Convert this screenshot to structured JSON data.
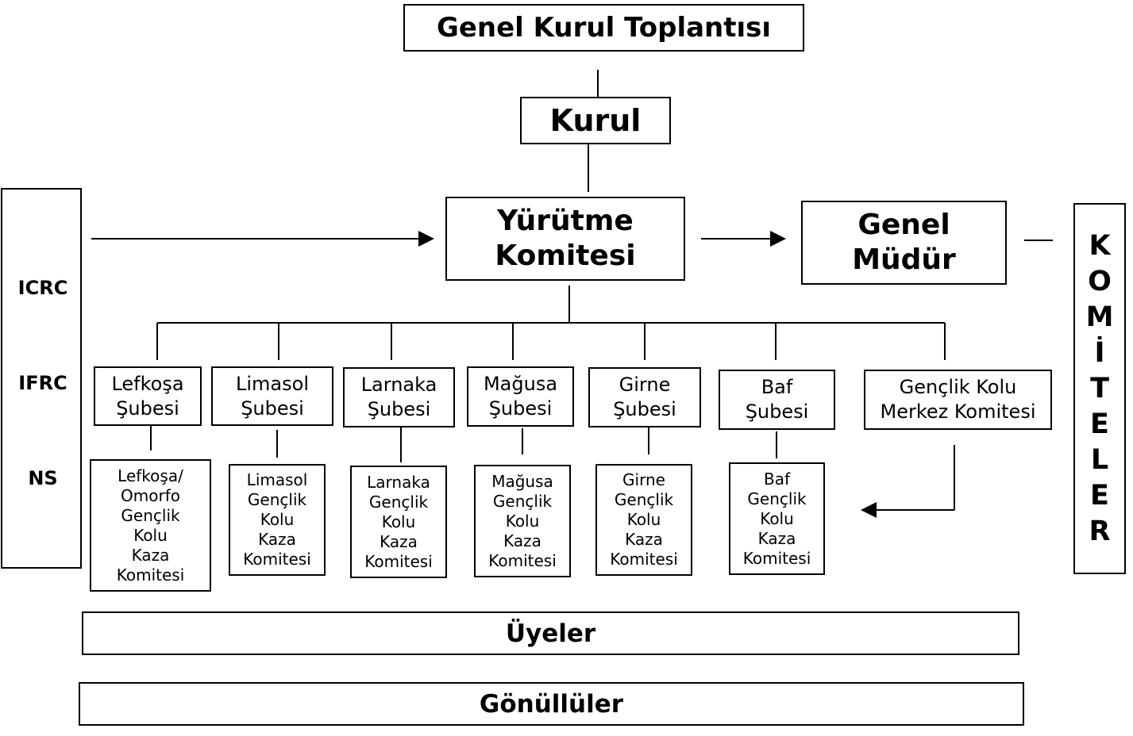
{
  "top_title": "Genel Kurul Toplantısı",
  "kurul": "Kurul",
  "executive": [
    "Yürütme",
    "Komitesi"
  ],
  "director": [
    "Genel",
    "Müdür"
  ],
  "left_orgs": [
    "ICRC",
    "IFRC",
    "NS"
  ],
  "committees_vertical": [
    "K",
    "O",
    "M",
    "İ",
    "T",
    "E",
    "L",
    "E",
    "R"
  ],
  "branches": [
    [
      "Lefkoşa",
      "Şubesi"
    ],
    [
      "Limasol",
      "Şubesi"
    ],
    [
      "Larnaka",
      "Şubesi"
    ],
    [
      "Mağusa",
      "Şubesi"
    ],
    [
      "Girne",
      "Şubesi"
    ],
    [
      "Baf",
      "Şubesi"
    ],
    [
      "Gençlik Kolu",
      "Merkez Komitesi"
    ]
  ],
  "youth_committees": [
    [
      "Lefkoşa/",
      "Omorfo",
      "Gençlik",
      "Kolu",
      "Kaza",
      "Komitesi"
    ],
    [
      "Limasol",
      "Gençlik",
      "Kolu",
      "Kaza",
      "Komitesi"
    ],
    [
      "Larnaka",
      "Gençlik",
      "Kolu",
      "Kaza",
      "Komitesi"
    ],
    [
      "Mağusa",
      "Gençlik",
      "Kolu",
      "Kaza",
      "Komitesi"
    ],
    [
      "Girne",
      "Gençlik",
      "Kolu",
      "Kaza",
      "Komitesi"
    ],
    [
      "Baf",
      "Gençlik",
      "Kolu",
      "Kaza",
      "Komitesi"
    ]
  ],
  "members": "Üyeler",
  "volunteers": "Gönüllüler"
}
